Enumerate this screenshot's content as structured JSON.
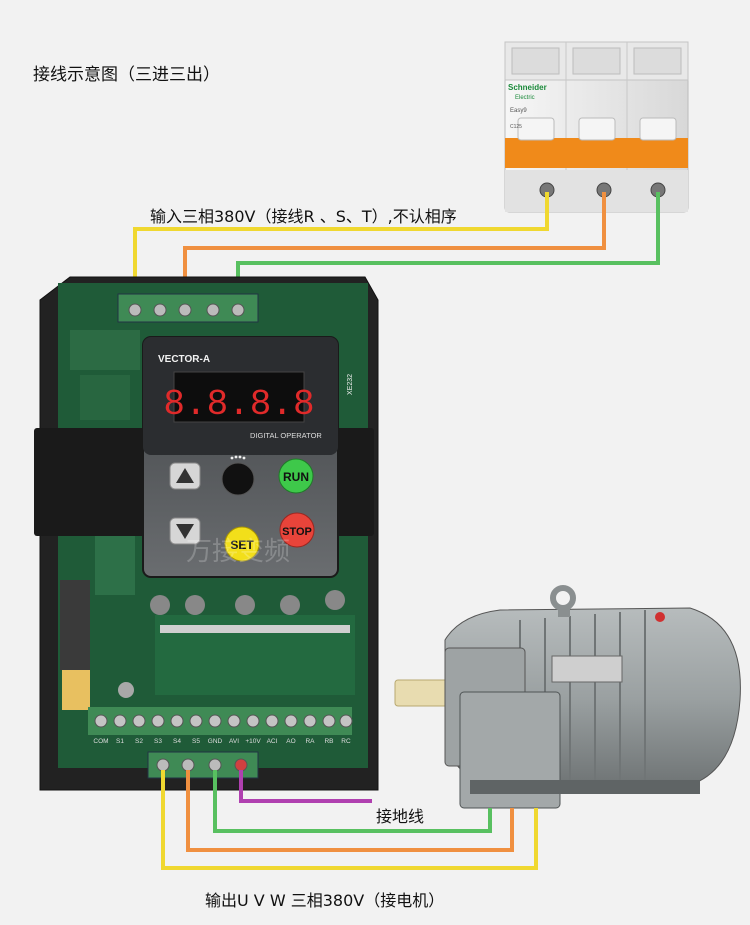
{
  "title": "接线示意图（三进三出）",
  "input_caption": "输入三相380V（接线R 、S、T）,不认相序",
  "output_caption": "输出U V W 三相380V（接电机）",
  "ground_caption": "接地线",
  "breaker": {
    "brand": "Schneider",
    "brand_sub": "Electric",
    "series": "Easy9",
    "rating": "C125"
  },
  "inverter": {
    "model": "VECTOR-A",
    "display": "8.8.8.8",
    "panel_label": "DIGITAL OPERATOR",
    "run_label": "RUN",
    "stop_label": "STOP",
    "set_label": "SET",
    "watermark": "万接变频",
    "side_label": "XE232",
    "terminals": [
      "COM",
      "S1",
      "S2",
      "S3",
      "S4",
      "S5",
      "GND",
      "AVI",
      "+10V",
      "ACI",
      "AO",
      "RA",
      "RB",
      "RC"
    ]
  },
  "wire_colors": {
    "yellow": "#f0d830",
    "orange": "#f09040",
    "green": "#58c060",
    "purple": "#b040b0"
  }
}
